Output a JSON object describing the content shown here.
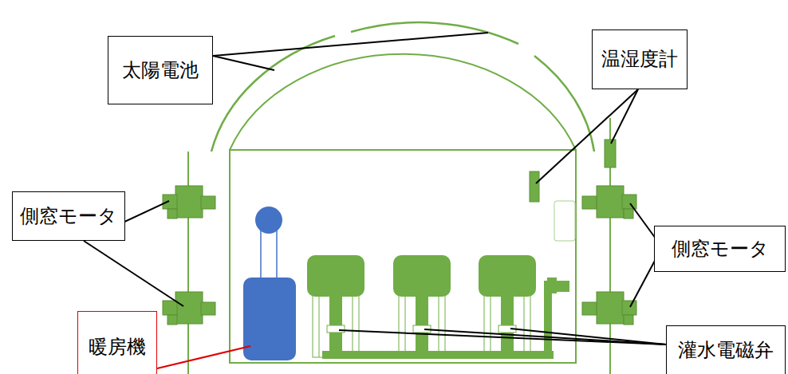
{
  "diagram": {
    "nodes": [
      {
        "text": [
          "太陽電池"
        ]
      },
      {
        "text": [
          "温湿度計"
        ]
      },
      {
        "text": [
          "側窓モータ"
        ]
      },
      {
        "text": [
          "側窓モータ"
        ]
      },
      {
        "text": [
          "暖房機"
        ]
      },
      {
        "text": [
          "灌水電磁弁"
        ]
      }
    ]
  }
}
